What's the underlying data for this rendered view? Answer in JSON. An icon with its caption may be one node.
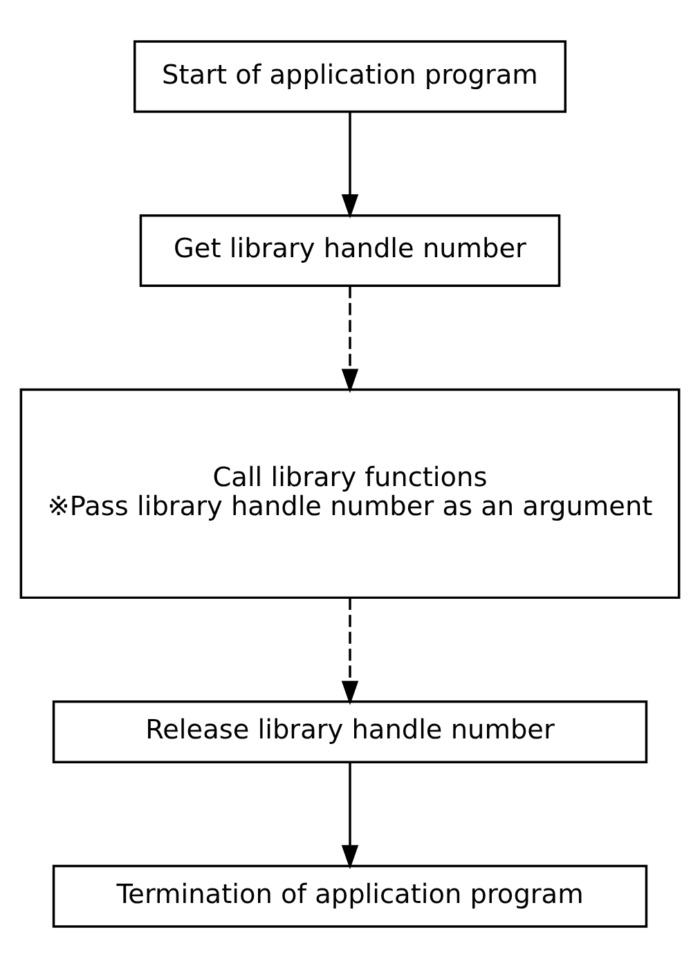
{
  "diagram": {
    "nodes": [
      {
        "text": [
          "Start of application program"
        ]
      },
      {
        "text": [
          "Get library handle number"
        ]
      },
      {
        "text": [
          "Call library functions",
          "※Pass library handle number as an argument"
        ]
      },
      {
        "text": [
          "Release library handle number"
        ]
      },
      {
        "text": [
          "Termination of application program"
        ]
      }
    ],
    "edges": [
      {
        "from": 0,
        "to": 1,
        "arrow": "to"
      },
      {
        "from": 1,
        "to": 2,
        "arrow": "to",
        "style": "dashed"
      },
      {
        "from": 2,
        "to": 3,
        "arrow": "to",
        "style": "dashed"
      },
      {
        "from": 3,
        "to": 4,
        "arrow": "to"
      }
    ]
  }
}
